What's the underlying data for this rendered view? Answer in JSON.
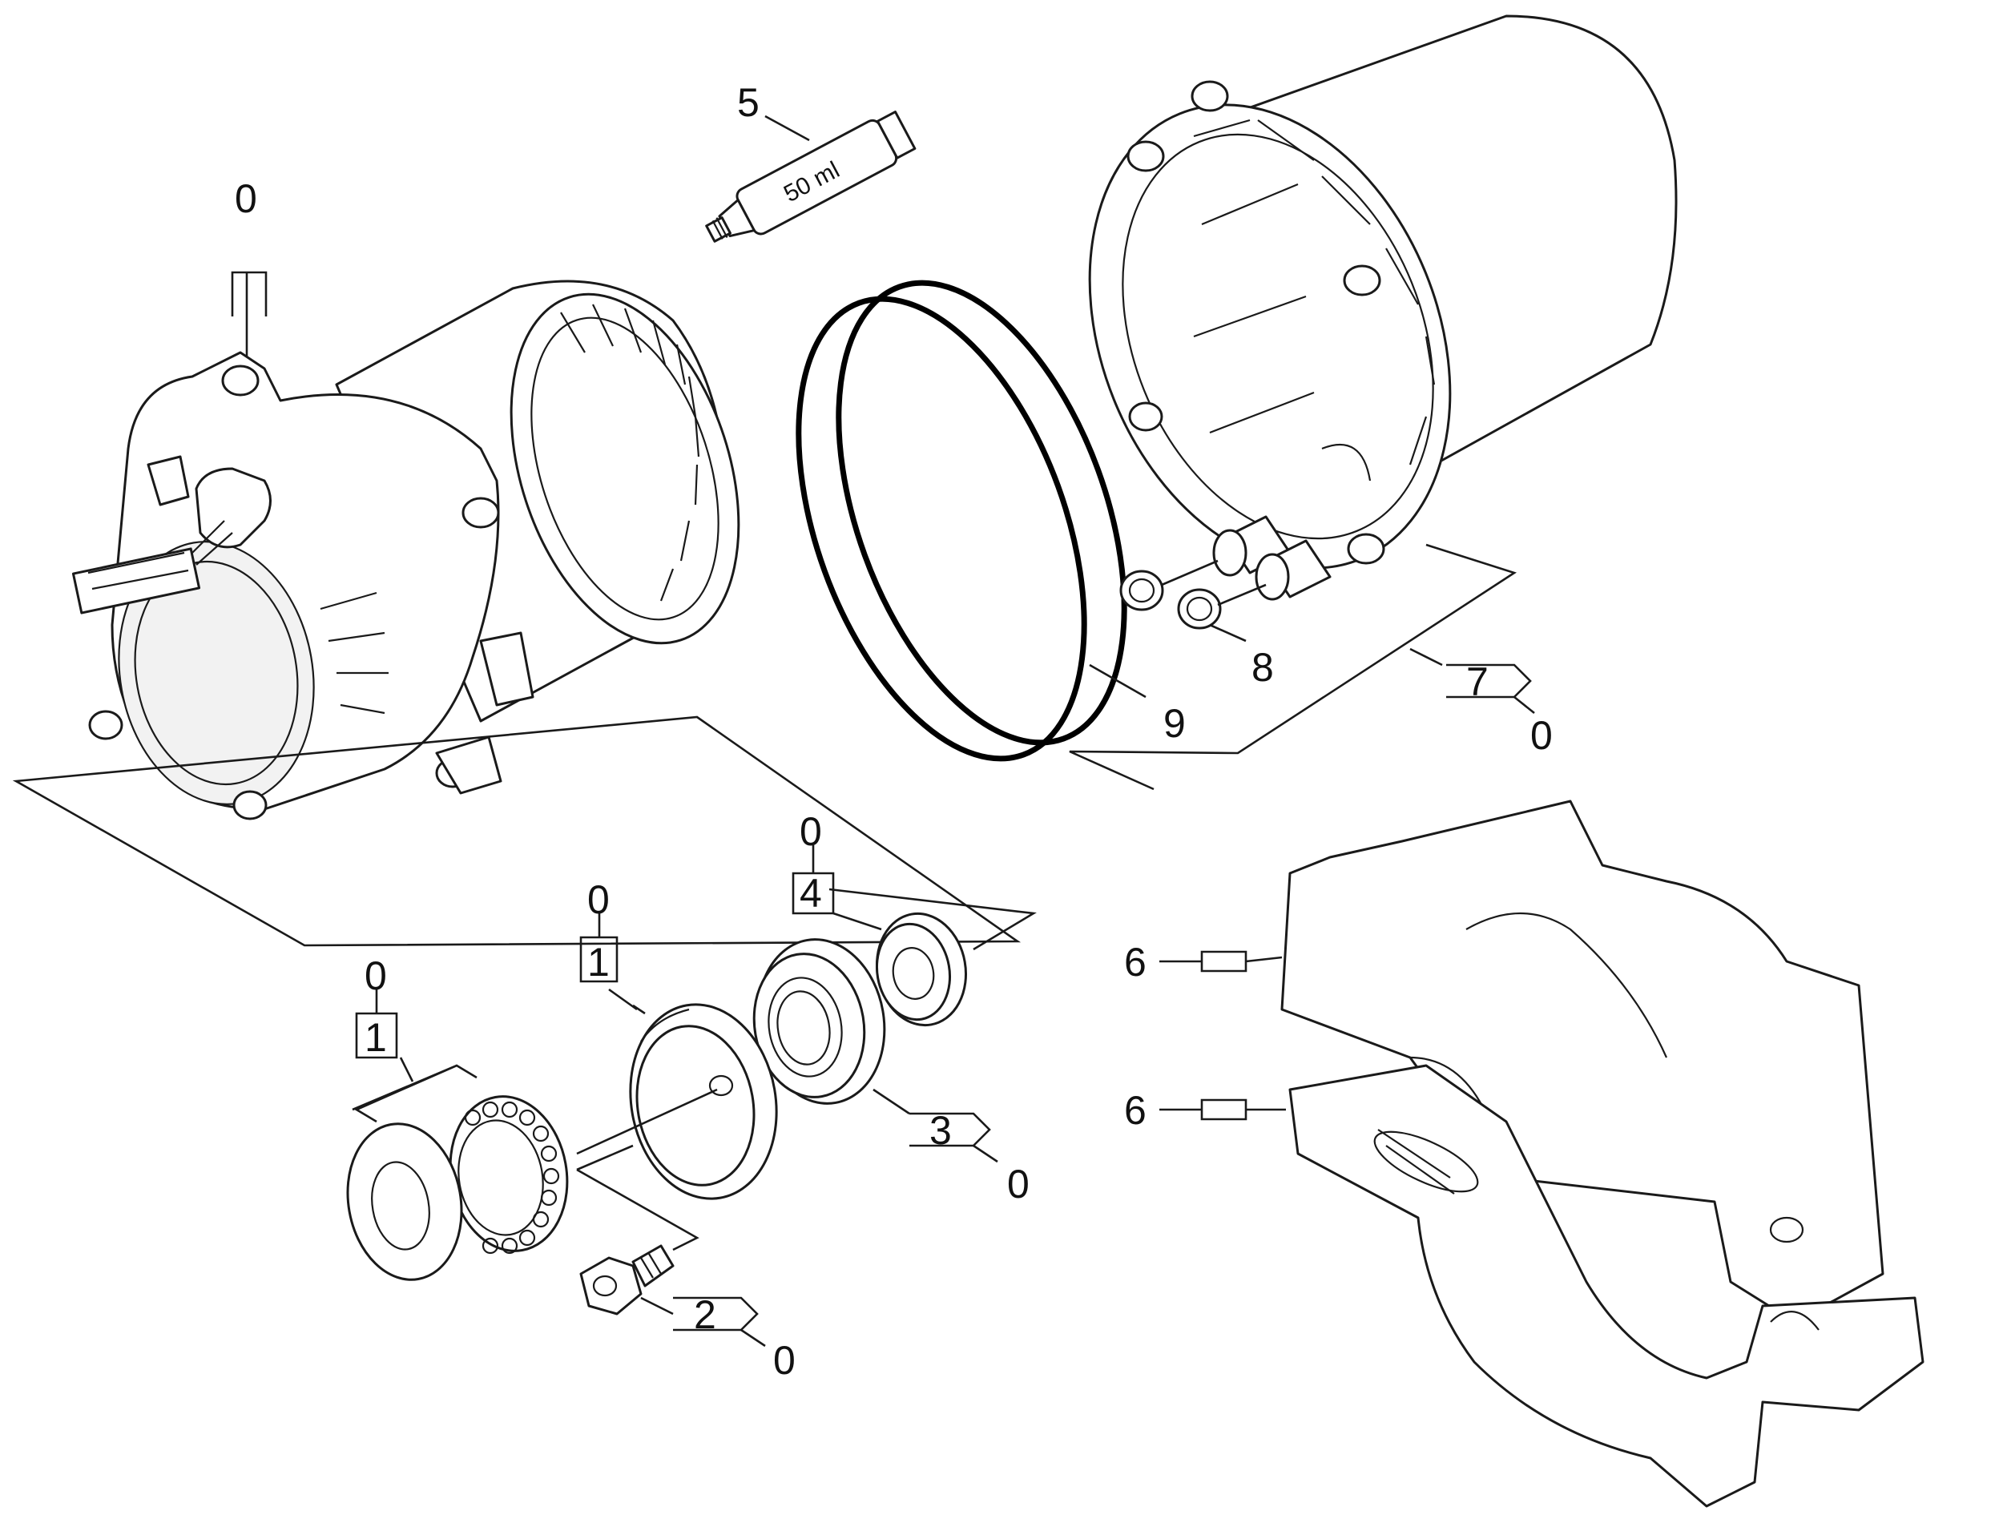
{
  "diagram": {
    "tube_label": "50 ml",
    "callouts": {
      "motor_housing_ref": "0",
      "tube": "5",
      "o_ring": "9",
      "washer": "8",
      "cover_group": "7",
      "cover_group_ref": "0",
      "bracket_upper": "6",
      "bracket_lower": "6",
      "seal_box": "4",
      "seal_ref": "0",
      "disc_box": "1",
      "disc_ref": "0",
      "thrust_box": "1",
      "thrust_ref": "0",
      "bearing": "3",
      "bearing_ref": "0",
      "screw": "2",
      "screw_ref": "0"
    }
  }
}
